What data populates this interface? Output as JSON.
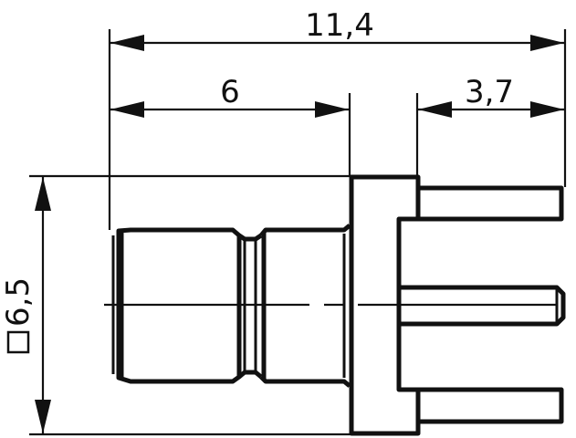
{
  "drawing": {
    "type": "technical-dimension-drawing",
    "subject": "PCB-mount connector, side view",
    "units": "mm",
    "line_color": "#111111",
    "background_color": "#ffffff",
    "dimensions": {
      "overall_length": {
        "label": "11,4",
        "value": 11.4,
        "orientation": "horizontal"
      },
      "body_length": {
        "label": "6",
        "value": 6,
        "orientation": "horizontal"
      },
      "pin_length": {
        "label": "3,7",
        "value": 3.7,
        "orientation": "horizontal"
      },
      "flange_square": {
        "label": "6,5",
        "prefix_symbol": "square",
        "value": 6.5,
        "orientation": "vertical"
      }
    },
    "parts": [
      "connector-body",
      "groove",
      "flange",
      "pin-top",
      "pin-center",
      "pin-bottom",
      "centerline"
    ]
  }
}
